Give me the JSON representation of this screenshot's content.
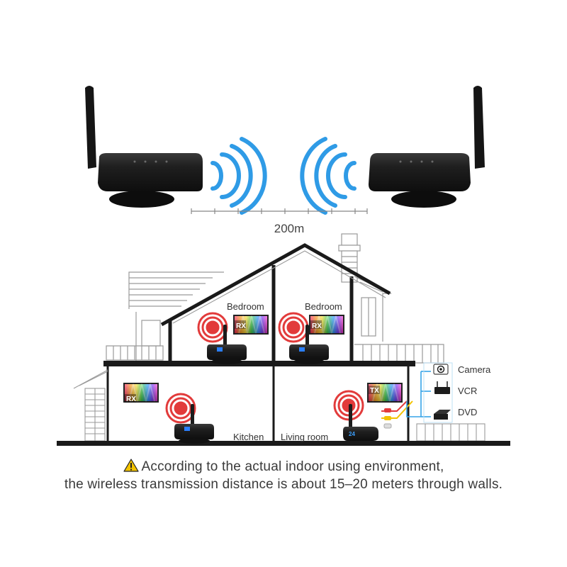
{
  "distance_label": "200m",
  "rooms": {
    "bedroom_left": "Bedroom",
    "bedroom_right": "Bedroom",
    "kitchen": "Kitchen",
    "living_room": "Living room"
  },
  "screen_badges": {
    "rx": "RX",
    "tx": "TX"
  },
  "sources": {
    "camera": "Camera",
    "vcr": "VCR",
    "dvd": "DVD"
  },
  "receiver_display": "24",
  "caption": {
    "line1": "According to the actual indoor using environment,",
    "line2": "the wireless transmission distance is about 15–20 meters through walls."
  },
  "colors": {
    "signal_blue": "#2f9be6",
    "signal_red": "#e23b3b",
    "device_black": "#1c1c1c",
    "warning_yellow": "#f2c200",
    "house_line": "#1a1a1a"
  },
  "icons": [
    "antenna-icon",
    "signal-waves-icon",
    "warning-icon",
    "camera-icon",
    "vcr-icon",
    "dvd-icon"
  ]
}
